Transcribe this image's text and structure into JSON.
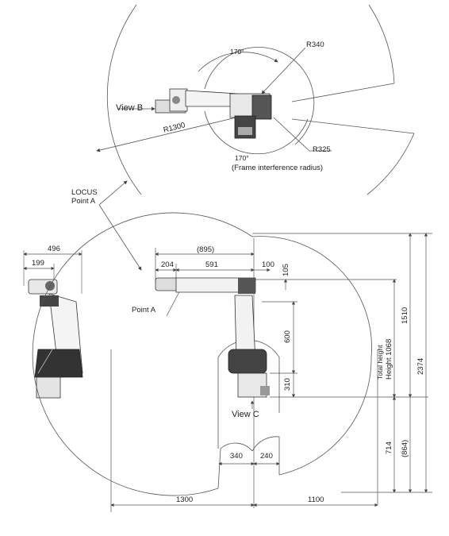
{
  "top_view": {
    "angle_top": "170°",
    "angle_bottom": "170°",
    "frame_note": "(Frame interference radius)",
    "r340": "R340",
    "r325": "R325",
    "r1300": "R1300",
    "view_b": "View B"
  },
  "locus_label": "LOCUS",
  "locus_point": "Point A",
  "side_small": {
    "dim_496": "496",
    "dim_199": "199"
  },
  "side_view": {
    "dim_895": "(895)",
    "dim_204": "204",
    "dim_591": "591",
    "dim_100": "100",
    "dim_105": "105",
    "dim_600": "600",
    "dim_310": "310",
    "point_a": "Point A",
    "view_c": "View C",
    "dim_340": "340",
    "dim_240": "240",
    "dim_1300": "1300",
    "dim_1100": "1100",
    "total_height": "Total height",
    "height_1068": "Height 1068",
    "dim_1510": "1510",
    "dim_2374": "2374",
    "dim_714": "714",
    "dim_864": "(864)"
  },
  "colors": {
    "line": "#555555",
    "robot_dark": "#2b2b2b",
    "robot_mid": "#8a8a8a",
    "accent": "#c0392b"
  }
}
